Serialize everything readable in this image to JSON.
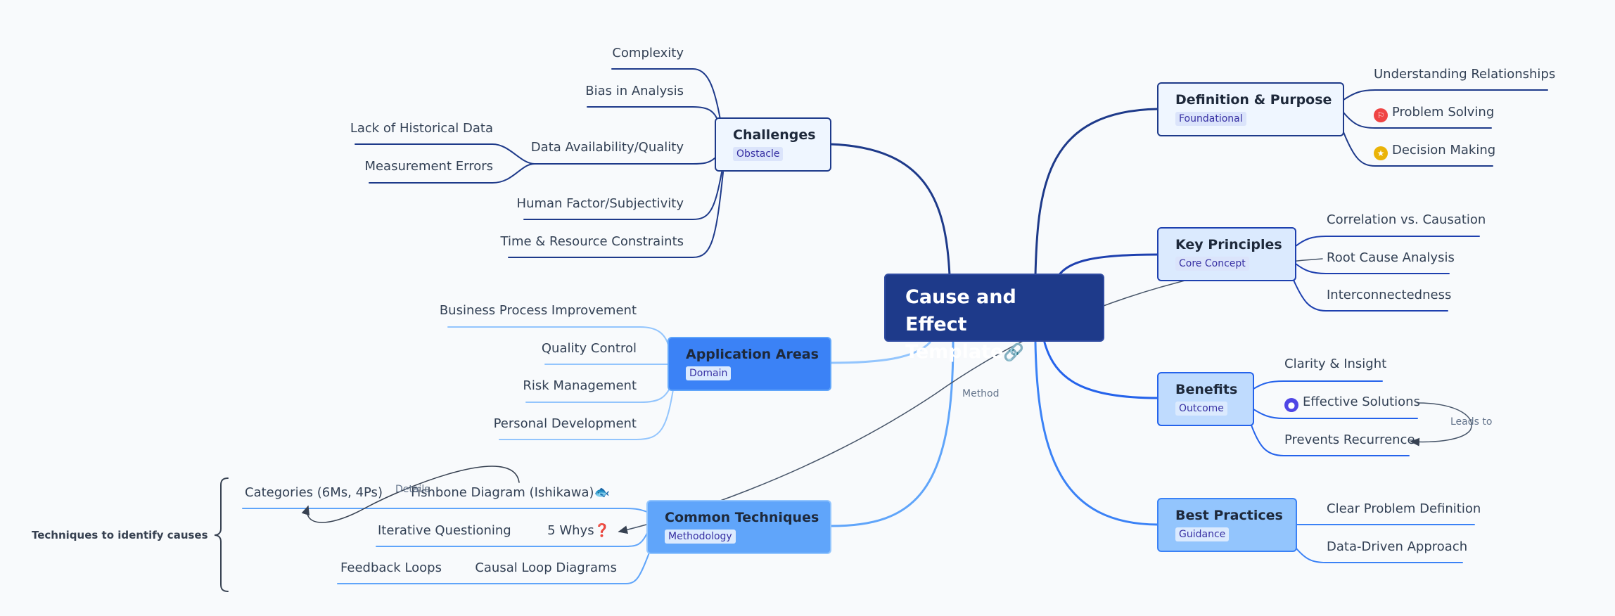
{
  "root": {
    "title_line1": "Cause and Effect",
    "title_line2": "Template",
    "icon": "link-icon",
    "icon_glyph": "🔗"
  },
  "branches": {
    "challenges": {
      "title": "Challenges",
      "tag": "Obstacle",
      "items": [
        "Complexity",
        "Bias in Analysis",
        "Data Availability/Quality",
        "Human Factor/Subjectivity",
        "Time & Resource Constraints"
      ],
      "sub_items": [
        "Lack of Historical Data",
        "Measurement Errors"
      ]
    },
    "application": {
      "title": "Application Areas",
      "tag": "Domain",
      "items": [
        "Business Process Improvement",
        "Quality Control",
        "Risk Management",
        "Personal Development"
      ]
    },
    "techniques": {
      "title": "Common Techniques",
      "tag": "Methodology",
      "items": [
        "Fishbone Diagram (Ishikawa)",
        "5 Whys",
        "Causal Loop Diagrams"
      ],
      "fishbone_icon_glyph": "🐟",
      "whys_icon_glyph": "❓",
      "sub_items": [
        "Categories (6Ms, 4Ps)",
        "Iterative Questioning",
        "Feedback Loops"
      ]
    },
    "definition": {
      "title": "Definition & Purpose",
      "tag": "Foundational",
      "items": [
        "Understanding Relationships",
        "Problem Solving",
        "Decision Making"
      ]
    },
    "principles": {
      "title": "Key Principles",
      "tag": "Core Concept",
      "items": [
        "Correlation vs. Causation",
        "Root Cause Analysis",
        "Interconnectedness"
      ]
    },
    "benefits": {
      "title": "Benefits",
      "tag": "Outcome",
      "items": [
        "Clarity & Insight",
        "Effective Solutions",
        "Prevents Recurrence"
      ]
    },
    "practices": {
      "title": "Best Practices",
      "tag": "Guidance",
      "items": [
        "Clear Problem Definition",
        "Data-Driven Approach"
      ]
    }
  },
  "relations": {
    "method": "Method",
    "details": "Details",
    "leads_to": "Leads to"
  },
  "summary": {
    "label": "Techniques to identify causes"
  },
  "colors": {
    "dark": "#1e3a8a",
    "mid": "#2563eb",
    "light": "#60a5fa",
    "pale": "#93c5fd"
  }
}
